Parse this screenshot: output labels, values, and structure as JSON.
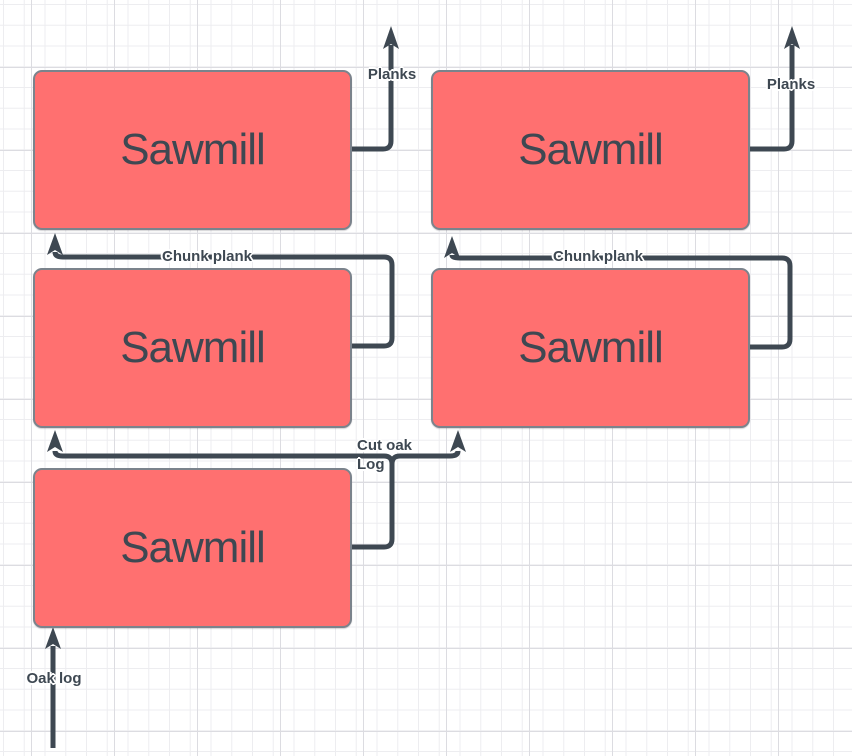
{
  "canvas": {
    "kind": "diagram-grid-canvas",
    "background": "#ffffff",
    "grid_minor_color": "#ededf0",
    "grid_major_color": "#dcdce1"
  },
  "colors": {
    "node_fill": "#ff7070",
    "node_border": "#7b838c",
    "connector": "#3e4852",
    "node_text": "#3e4852",
    "edge_label_text": "#3e4852"
  },
  "nodes": [
    {
      "id": "sawmill-top-left",
      "label": "Sawmill"
    },
    {
      "id": "sawmill-top-right",
      "label": "Sawmill"
    },
    {
      "id": "sawmill-middle-left",
      "label": "Sawmill"
    },
    {
      "id": "sawmill-middle-right",
      "label": "Sawmill"
    },
    {
      "id": "sawmill-bottom-left",
      "label": "Sawmill"
    }
  ],
  "edges": {
    "planks_left": {
      "label": "Planks",
      "from": "sawmill-top-left",
      "to": "off-canvas-top"
    },
    "planks_right": {
      "label": "Planks",
      "from": "sawmill-top-right",
      "to": "off-canvas-top"
    },
    "chunk_plank_left": {
      "label": "Chunk plank",
      "from": "sawmill-middle-left",
      "to": "sawmill-top-left"
    },
    "chunk_plank_right": {
      "label": "Chunk plank",
      "from": "sawmill-middle-right",
      "to": "sawmill-top-right"
    },
    "cut_oak_log": {
      "label": "Cut oak\nLog",
      "from": "sawmill-bottom-left",
      "to": "sawmill-middle-left / sawmill-middle-right"
    },
    "oak_log": {
      "label": "Oak log",
      "from": "off-canvas-bottom",
      "to": "sawmill-bottom-left"
    }
  }
}
